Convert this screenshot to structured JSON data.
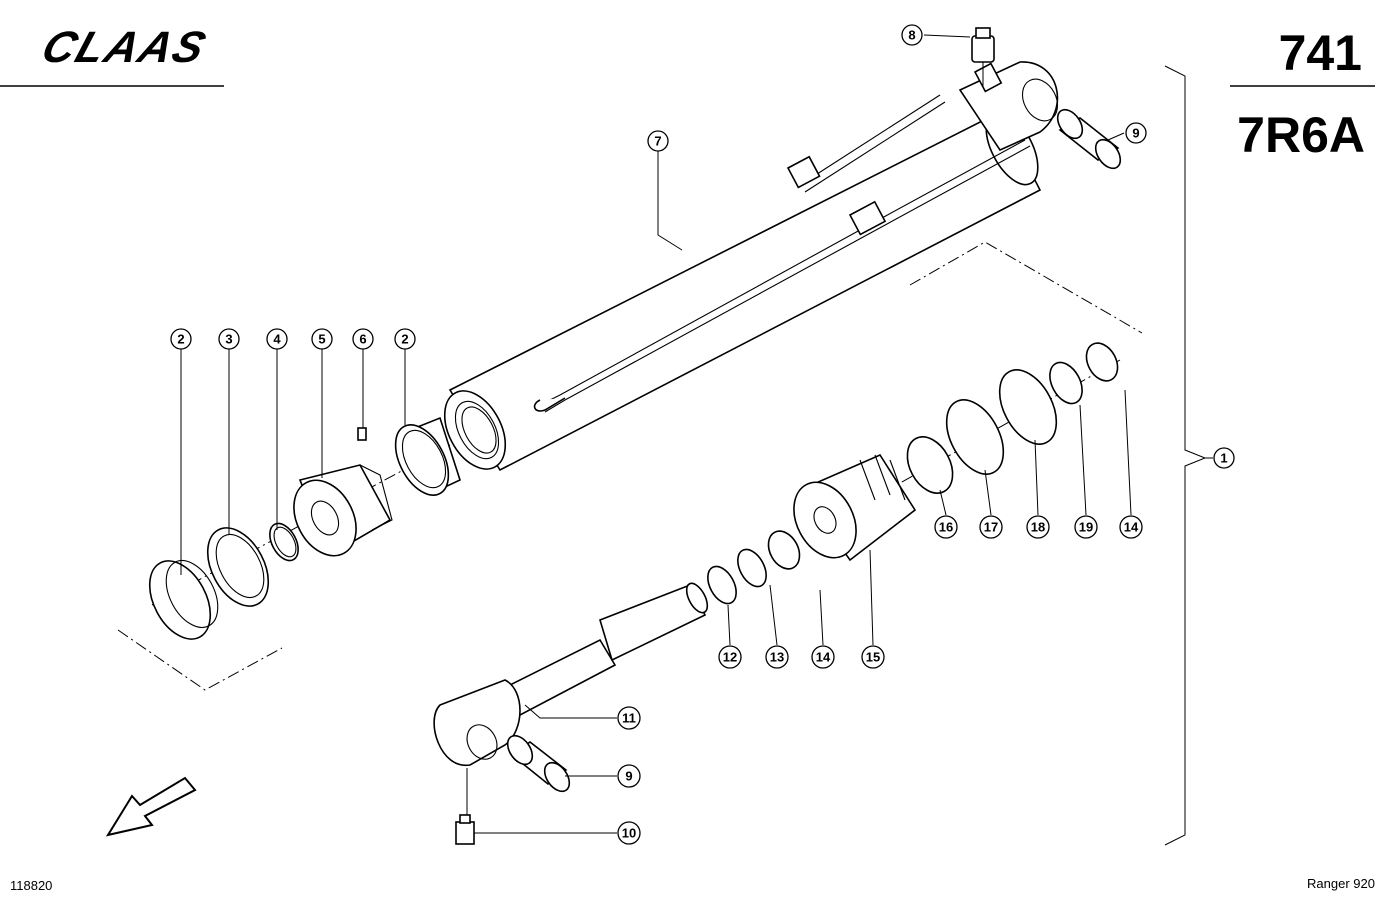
{
  "header": {
    "brand": "CLAAS",
    "sheet_number": "741",
    "group_code": "7R6A"
  },
  "footer": {
    "drawing_number": "118820",
    "model": "Ranger 920"
  },
  "callouts": [
    {
      "id": "c2a",
      "label": "2"
    },
    {
      "id": "c3",
      "label": "3"
    },
    {
      "id": "c4",
      "label": "4"
    },
    {
      "id": "c5",
      "label": "5"
    },
    {
      "id": "c6",
      "label": "6"
    },
    {
      "id": "c2b",
      "label": "2"
    },
    {
      "id": "c7",
      "label": "7"
    },
    {
      "id": "c8",
      "label": "8"
    },
    {
      "id": "c9a",
      "label": "9"
    },
    {
      "id": "c1",
      "label": "1"
    },
    {
      "id": "c16",
      "label": "16"
    },
    {
      "id": "c17",
      "label": "17"
    },
    {
      "id": "c18",
      "label": "18"
    },
    {
      "id": "c19",
      "label": "19"
    },
    {
      "id": "c14a",
      "label": "14"
    },
    {
      "id": "c12",
      "label": "12"
    },
    {
      "id": "c13",
      "label": "13"
    },
    {
      "id": "c14b",
      "label": "14"
    },
    {
      "id": "c15",
      "label": "15"
    },
    {
      "id": "c11",
      "label": "11"
    },
    {
      "id": "c9b",
      "label": "9"
    },
    {
      "id": "c10",
      "label": "10"
    }
  ]
}
